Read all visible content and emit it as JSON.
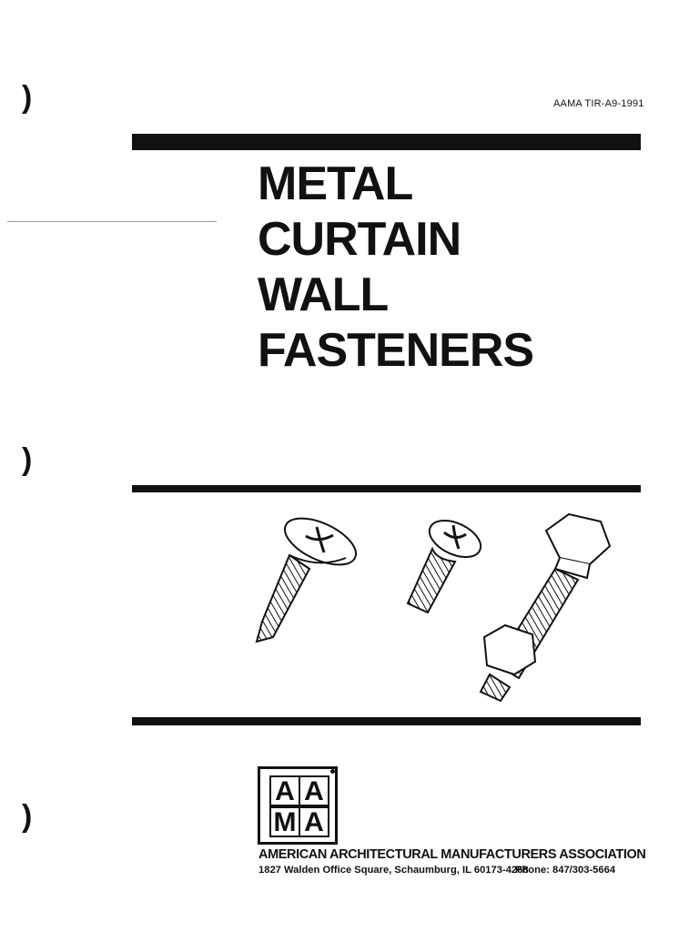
{
  "document": {
    "doc_id": "AAMA TIR-A9-1991",
    "title_lines": [
      "METAL",
      "CURTAIN",
      "WALL",
      "FASTENERS"
    ]
  },
  "logo": {
    "letters": [
      "A",
      "A",
      "M",
      "A"
    ]
  },
  "organization": {
    "name": "AMERICAN ARCHITECTURAL MANUFACTURERS ASSOCIATION",
    "address": "1827 Walden Office Square, Schaumburg, IL 60173-4268",
    "phone": "Phone: 847/303-5664"
  },
  "binder_holes": [
    ")",
    ")",
    ")"
  ],
  "colors": {
    "ink": "#111111",
    "paper": "#ffffff"
  }
}
